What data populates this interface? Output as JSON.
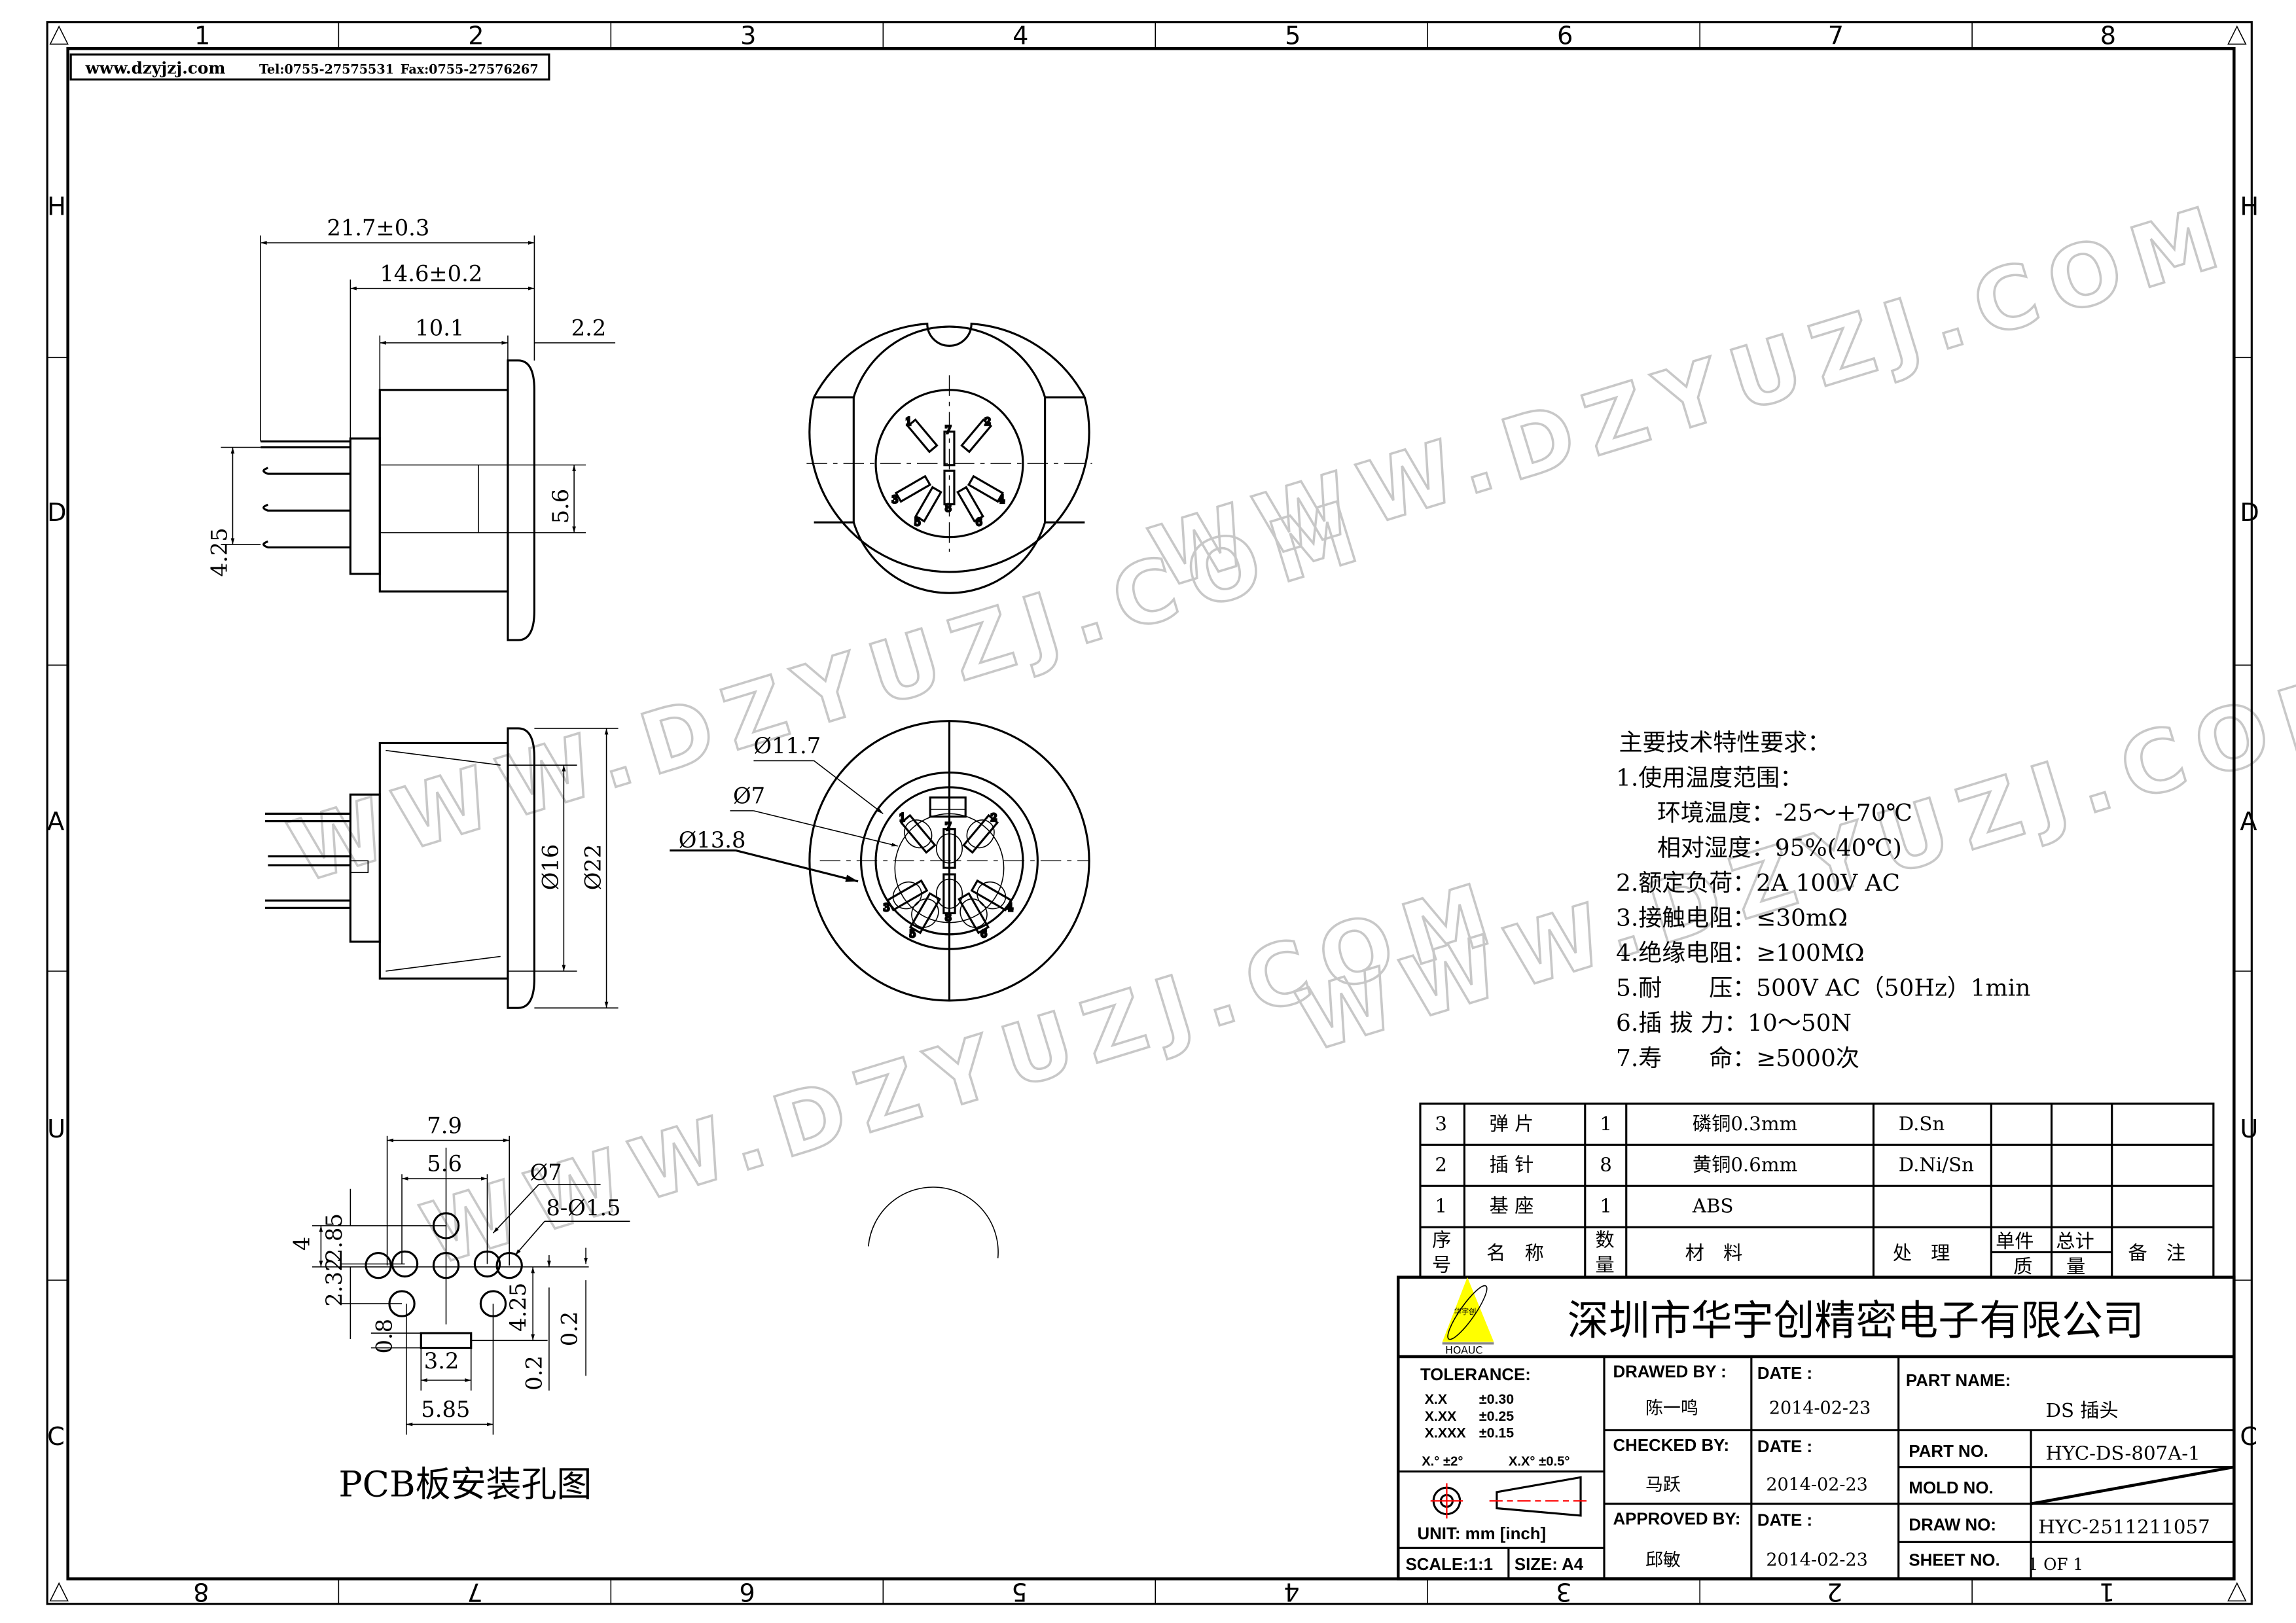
{
  "header": {
    "website": "www.dzyjzj.com",
    "tel": "Tel:0755-27575531",
    "fax": "Fax:0755-27576267"
  },
  "grid": {
    "top": [
      "1",
      "2",
      "3",
      "4",
      "5",
      "6",
      "7",
      "8"
    ],
    "bottom": [
      "8",
      "7",
      "6",
      "5",
      "4",
      "3",
      "2",
      "1"
    ],
    "rows": [
      "H",
      "D",
      "A",
      "U",
      "C"
    ]
  },
  "watermark": "WWW.DZYUZJ.COM",
  "side_view": {
    "d1": "21.7±0.3",
    "d2": "14.6±0.2",
    "d3": "10.1",
    "d4": "2.2",
    "d5": "5.6",
    "d6": "4.25",
    "d7": "Ø16",
    "d8": "Ø22"
  },
  "front_view": {
    "d1": "Ø11.7",
    "d2": "Ø7",
    "d3": "Ø13.8",
    "pins": [
      "1",
      "2",
      "3",
      "4",
      "5",
      "6",
      "7",
      "8"
    ]
  },
  "pcb": {
    "title": "PCB板安装孔图",
    "d_79": "7.9",
    "d_56": "5.6",
    "d_o7": "Ø7",
    "d_holes": "8-Ø1.5",
    "d_4": "4",
    "d_285": "2.85",
    "d_232": "2.32",
    "d_08": "0.8",
    "d_32": "3.2",
    "d_425": "4.25",
    "d_02a": "0.2",
    "d_02b": "0.2",
    "d_585": "5.85"
  },
  "specs": {
    "title": "主要技术特性要求：",
    "lines": [
      "1.使用温度范围：",
      "环境温度：-25～+70℃",
      "相对湿度：95%(40℃)",
      "2.额定负荷：2A 100V AC",
      "3.接触电阻：≤30mΩ",
      "4.绝缘电阻：≥100MΩ",
      "5.耐　　压：500V AC（50Hz）1min",
      "6.插 拔 力：10～50N",
      "7.寿　　命：≥5000次"
    ]
  },
  "bom": {
    "rows": [
      [
        "3",
        "弹 片",
        "1",
        "磷铜0.3mm",
        "D.Sn"
      ],
      [
        "2",
        "插 针",
        "8",
        "黄铜0.6mm",
        "D.Ni/Sn"
      ],
      [
        "1",
        "基 座",
        "1",
        "ABS",
        ""
      ]
    ],
    "header": {
      "no_1": "序",
      "no_2": "号",
      "name": "名　称",
      "qty_1": "数",
      "qty_2": "量",
      "material": "材　料",
      "treatment": "处　理",
      "unit_1": "单件",
      "total_1": "总计",
      "mass_1": "质",
      "mass_2": "量",
      "remark": "备　注"
    }
  },
  "title_block": {
    "company": "深圳市华宇创精密电子有限公司",
    "logo_text": "HOAUC",
    "logo_cn": "华宇创",
    "tolerance_label": "TOLERANCE:",
    "tolerances": [
      [
        "X.X",
        "±0.30"
      ],
      [
        "X.XX",
        "±0.25"
      ],
      [
        "X.XXX",
        "±0.15"
      ]
    ],
    "angle_tol_1": "X.°  ±2°",
    "angle_tol_2": "X.X°  ±0.5°",
    "unit": "UNIT:  mm  [inch]",
    "scale": "SCALE:1:1",
    "size": "SIZE:  A4",
    "drawed_by_label": "DRAWED BY :",
    "drawed_by": "陈一鸣",
    "checked_by_label": "CHECKED BY:",
    "checked_by": "马跃",
    "approved_by_label": "APPROVED BY:",
    "approved_by": "邱敏",
    "date_label": "DATE :",
    "date_1": "2014-02-23",
    "date_2": "2014-02-23",
    "date_3": "2014-02-23",
    "part_name_label": "PART NAME:",
    "part_name": "DS 插头",
    "part_no_label": "PART NO.",
    "part_no": "HYC-DS-807A-1",
    "mold_no_label": "MOLD NO.",
    "draw_no_label": "DRAW NO:",
    "draw_no": "HYC-2511211057",
    "sheet_no_label": "SHEET NO.",
    "sheet_no": "1 OF 1"
  },
  "colors": {
    "logo_yellow": "#ffff00",
    "symbol_red": "#ff0000",
    "watermark": "#c8c8c8"
  }
}
